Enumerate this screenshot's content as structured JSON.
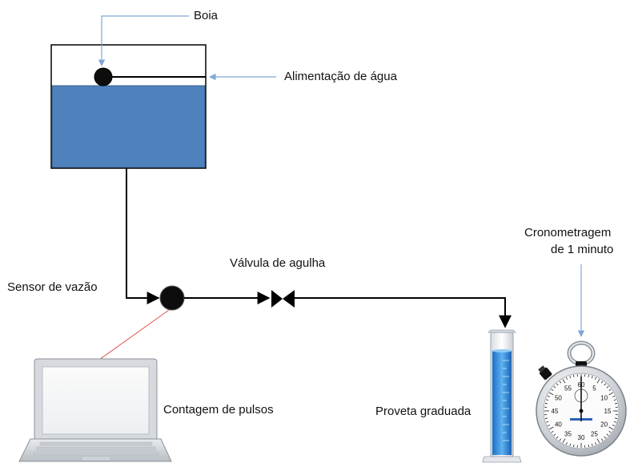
{
  "labels": {
    "boia": "Boia",
    "alimentacao": "Alimentação de água",
    "sensor": "Sensor de vazão",
    "valvula": "Válvula de agulha",
    "cronometragem_l1": "Cronometragem",
    "cronometragem_l2": "de 1 minuto",
    "contagem": "Contagem de pulsos",
    "proveta": "Proveta graduada"
  },
  "stopwatch": {
    "dial_numbers": [
      "60",
      "5",
      "10",
      "15",
      "20",
      "25",
      "30",
      "35",
      "40",
      "45",
      "50",
      "55"
    ]
  },
  "colors": {
    "water": "#4f81bd",
    "water_border": "#385d8a",
    "pipe": "#000000",
    "callout_blue": "#7fa6d4",
    "callout_red": "#e05050",
    "cylinder_liquid": "#2f8de0"
  }
}
